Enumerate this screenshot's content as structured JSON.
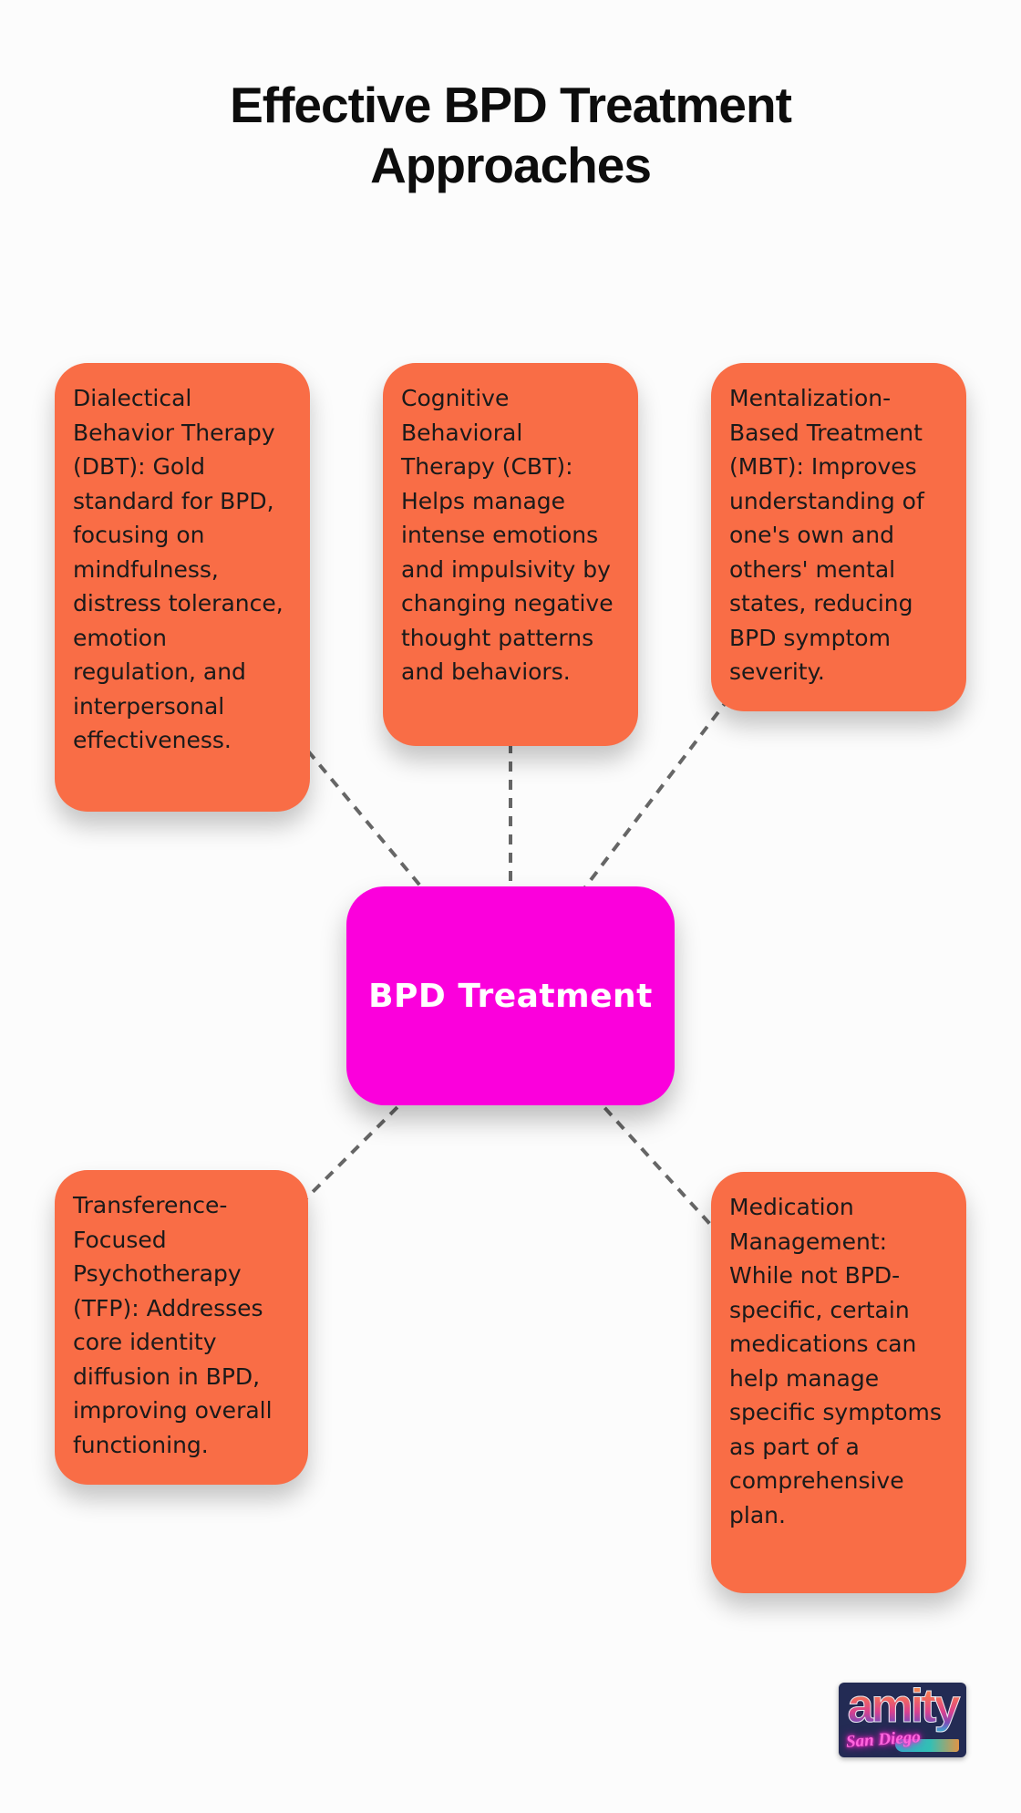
{
  "title": "Effective BPD Treatment Approaches",
  "center": {
    "label": "BPD Treatment",
    "color": "#FB00DC"
  },
  "nodes": [
    {
      "id": "dbt",
      "text": "Dialectical Behavior Therapy (DBT): Gold standard for BPD, focusing on mindfulness, distress tolerance, emotion regulation, and interpersonal effectiveness."
    },
    {
      "id": "cbt",
      "text": "Cognitive Behavioral Therapy (CBT): Helps manage intense emotions and impulsivity by changing negative thought patterns and behaviors."
    },
    {
      "id": "mbt",
      "text": "Mentalization-Based Treatment (MBT): Improves understanding of one's own and others' mental states, reducing BPD symptom severity."
    },
    {
      "id": "tfp",
      "text": "Transference-Focused Psychotherapy (TFP): Addresses core identity diffusion in BPD, improving overall functioning."
    },
    {
      "id": "medication",
      "text": "Medication Management: While not BPD-specific, certain medications can help manage specific symptoms as part of a comprehensive plan."
    }
  ],
  "logo": {
    "brand": "amity",
    "location": "San Diego"
  },
  "colors": {
    "node_orange": "#F96D46",
    "center_magenta": "#FB00DC",
    "connector_gray": "#666666",
    "background": "#FCFCFC",
    "title_text": "#0D0D0D",
    "logo_navy": "#232B54",
    "logo_pink": "#FF66DD"
  }
}
